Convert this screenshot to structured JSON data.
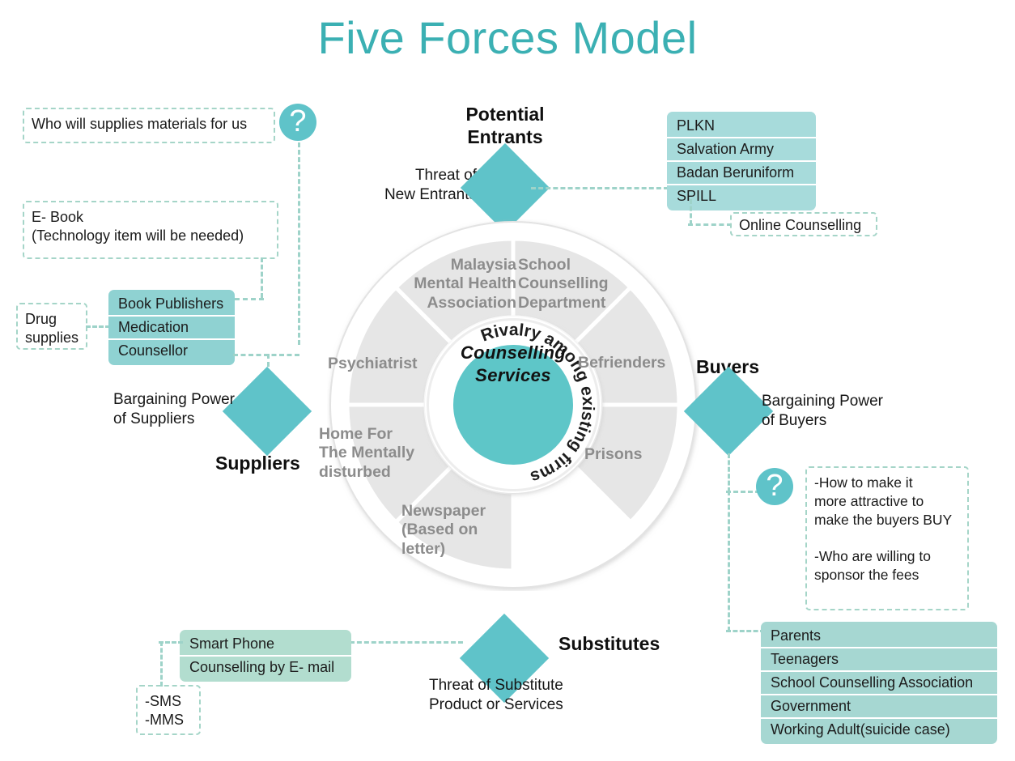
{
  "title": "Five Forces Model",
  "colors": {
    "title_teal": "#3bb0b3",
    "diamond_teal": "#5fc3c9",
    "entrants_box": "#a7dbdb",
    "suppliers_box": "#8fd2d2",
    "buyers_box": "#a6d7d2",
    "substitutes_box": "#b2ddcf",
    "dash_border": "#a5d5c8",
    "segment_gray": "#e6e6e6",
    "segment_text": "#8c8c8c"
  },
  "icons": {
    "question_mark": "?"
  },
  "forces": {
    "entrants": {
      "heading": "Potential\nEntrants",
      "threat_label": "Threat of\nNew Entrants",
      "items": [
        "PLKN",
        "Salvation Army",
        "Badan Beruniform",
        "SPILL"
      ],
      "note": "Online Counselling"
    },
    "suppliers": {
      "heading": "Suppliers",
      "power_label": "Bargaining Power\nof Suppliers",
      "items": [
        "Book Publishers",
        "Medication",
        "Counsellor"
      ],
      "question": "Who will supplies materials for us",
      "note_ebook": "E- Book\n(Technology item will be needed)",
      "note_drug": "Drug\nsupplies"
    },
    "buyers": {
      "heading": "Buyers",
      "power_label": "Bargaining Power\nof Buyers",
      "items": [
        "Parents",
        "Teenagers",
        "School Counselling Association",
        "Government",
        "Working Adult(suicide case)"
      ],
      "questions": "-How to make it\n more attractive to\n make the buyers BUY\n\n-Who are willing to\n sponsor the fees"
    },
    "substitutes": {
      "heading": "Substitutes",
      "threat_label": "Threat of Substitute\nProduct or Services",
      "items": [
        "Smart Phone",
        "Counselling by E- mail"
      ],
      "note": "-SMS\n-MMS"
    }
  },
  "wheel": {
    "center_inner": "Counselling\nServices",
    "center_ring": "Rivalry among existing firms",
    "segments": [
      {
        "label": "School\nCounselling\nDepartment"
      },
      {
        "label": "Befrienders"
      },
      {
        "label": "Prisons"
      },
      {
        "label": ""
      },
      {
        "label": "Newspaper\n(Based on\nletter)"
      },
      {
        "label": "Home For\nThe Mentally\ndisturbed"
      },
      {
        "label": "Psychiatrist"
      },
      {
        "label": "Malaysia\nMental Health\nAssociation"
      }
    ]
  }
}
